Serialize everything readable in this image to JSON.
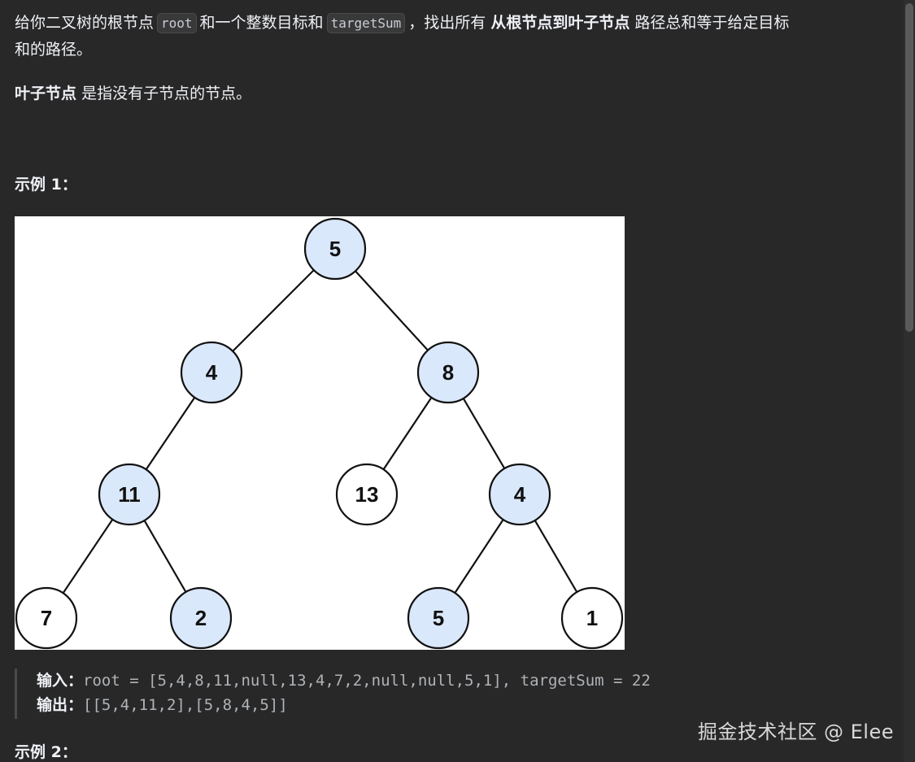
{
  "description": {
    "part1": "给你二叉树的根节点",
    "code_root": "root",
    "part2": "和一个整数目标和",
    "code_target": "targetSum",
    "part3": "，找出所有",
    "bold1": "从根节点到叶子节点",
    "part4": "路径总和等于给定目标",
    "line2": "和的路径。"
  },
  "leaf_def": {
    "bold": "叶子节点",
    "text": "是指没有子节点的节点。"
  },
  "example1": {
    "heading": "示例 1：",
    "input_label": "输入：",
    "input_value": "root = [5,4,8,11,null,13,4,7,2,null,null,5,1], targetSum = 22",
    "output_label": "输出：",
    "output_value": "[[5,4,11,2],[5,8,4,5]]"
  },
  "example2": {
    "heading": "示例 2："
  },
  "tree": {
    "nodes": [
      {
        "id": "n5",
        "value": "5",
        "highlighted": true
      },
      {
        "id": "n4",
        "value": "4",
        "highlighted": true
      },
      {
        "id": "n8",
        "value": "8",
        "highlighted": true
      },
      {
        "id": "n11",
        "value": "11",
        "highlighted": true
      },
      {
        "id": "n13",
        "value": "13",
        "highlighted": false
      },
      {
        "id": "n4b",
        "value": "4",
        "highlighted": true
      },
      {
        "id": "n7",
        "value": "7",
        "highlighted": false
      },
      {
        "id": "n2",
        "value": "2",
        "highlighted": true
      },
      {
        "id": "n5b",
        "value": "5",
        "highlighted": true
      },
      {
        "id": "n1",
        "value": "1",
        "highlighted": false
      }
    ],
    "highlight_color": "#dae8fc",
    "plain_color": "#ffffff"
  },
  "watermark": "掘金技术社区 @ Elee"
}
